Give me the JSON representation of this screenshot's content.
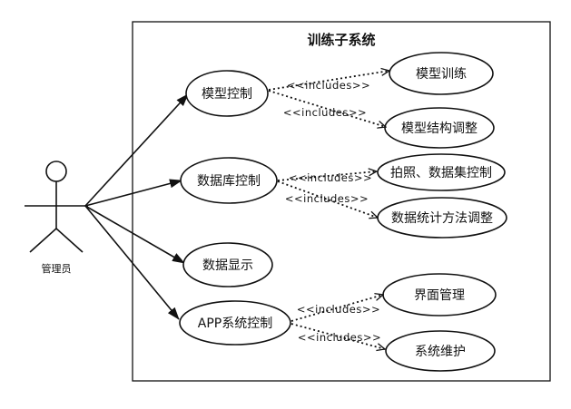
{
  "system": {
    "title": "训练子系统"
  },
  "actor": {
    "name": "管理员"
  },
  "use_cases": {
    "model_control": "模型控制",
    "data_control": "数据库控制",
    "data_display": "数据显示",
    "app_control": "APP系统控制",
    "model_training": "模型训练",
    "model_structure": "模型结构调整",
    "photo_dataset": "拍照、数据集控制",
    "data_stats": "数据统计方法调整",
    "ui_management": "界面管理",
    "system_maintenance": "系统维护"
  },
  "relations": {
    "includes_label": "<<includes>>"
  }
}
